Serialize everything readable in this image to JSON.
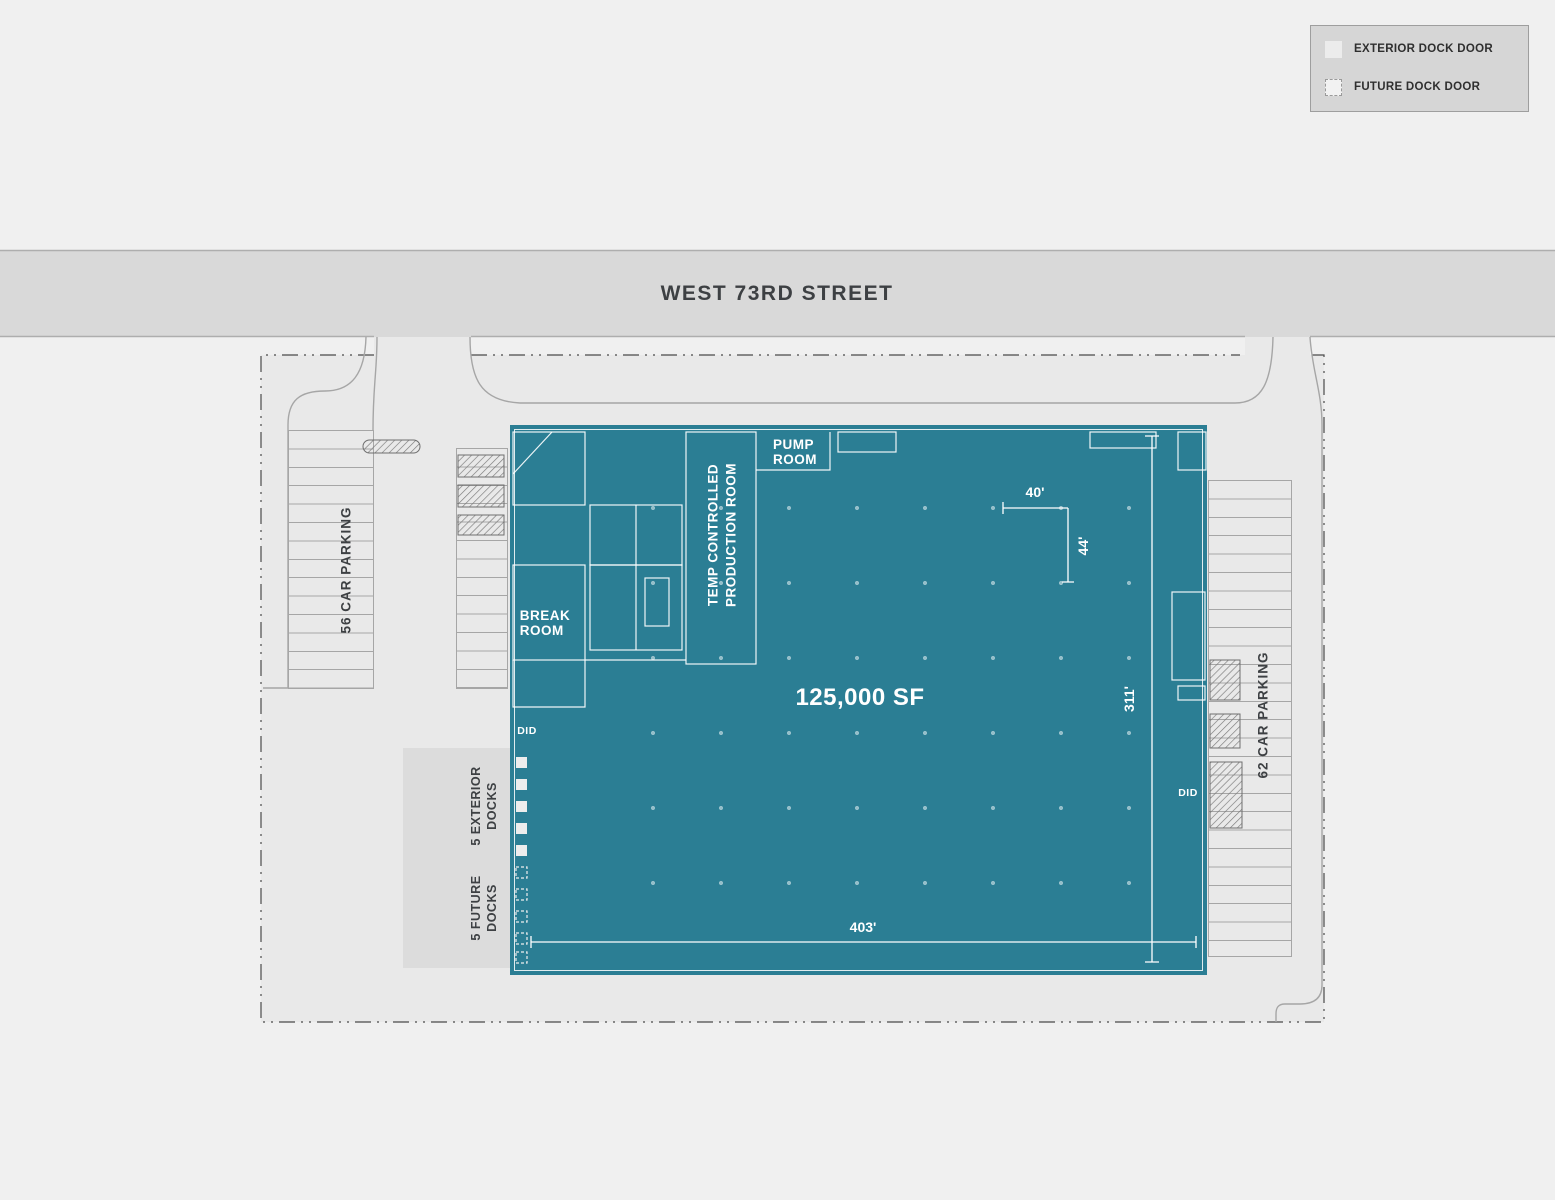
{
  "colors": {
    "building": "#2b7e94",
    "site": "#e9e9e9",
    "background": "#f0f0f0",
    "street": "#d9d9d9",
    "legend_bg": "#d6d6d6",
    "dock_area": "#dcdcdc",
    "text_dark": "#3d4043"
  },
  "legend": {
    "items": [
      {
        "label": "EXTERIOR DOCK DOOR"
      },
      {
        "label": "FUTURE DOCK DOOR"
      }
    ]
  },
  "street": {
    "name": "WEST 73RD STREET"
  },
  "site": {
    "parking_left": "56 CAR PARKING",
    "parking_right": "62 CAR PARKING",
    "exterior_docks": "5 EXTERIOR DOCKS",
    "future_docks": "5 FUTURE DOCKS"
  },
  "building": {
    "area": "125,000 SF",
    "pump_l1": "PUMP",
    "pump_l2": "ROOM",
    "break_l1": "BREAK",
    "break_l2": "ROOM",
    "temp_l1": "TEMP CONTROLLED",
    "temp_l2": "PRODUCTION ROOM",
    "did": "DID",
    "dim_40": "40'",
    "dim_44": "44'",
    "dim_311": "311'",
    "dim_403": "403'"
  }
}
